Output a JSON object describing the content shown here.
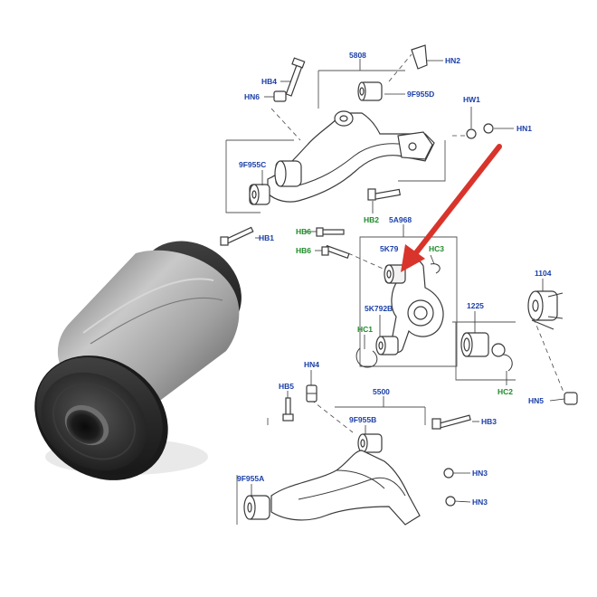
{
  "callouts": {
    "upper_arm": "5808",
    "hn2": "HN2",
    "hb4": "HB4",
    "hn6": "HN6",
    "bush_9f955d": "9F955D",
    "hw1": "HW1",
    "hn1": "HN1",
    "bush_9f955c": "9F955C",
    "hb2": "HB2",
    "knuckle": "5A968",
    "hb1": "HB1",
    "hb6_a": "HB6",
    "hb6_b": "HB6",
    "bush_5k79": "5K79",
    "hc3": "HC3",
    "bush_5k792b": "5K792B",
    "hc1": "HC1",
    "hub": "1104",
    "bearing": "1225",
    "hc2": "HC2",
    "hn5": "HN5",
    "hn4": "HN4",
    "hb5": "HB5",
    "lower_arm": "5500",
    "bush_9f955b": "9F955B",
    "hb3": "HB3",
    "bush_9f955a": "9F955A",
    "hn3_a": "HN3",
    "hn3_b": "HN3"
  },
  "colors": {
    "callout_blue": "#1a3fa8",
    "callout_green": "#1f8a2a",
    "arrow_red": "#d9342b",
    "rubber_dark": "#2b2b2b",
    "metal_sleeve": "#9a9a9a"
  }
}
